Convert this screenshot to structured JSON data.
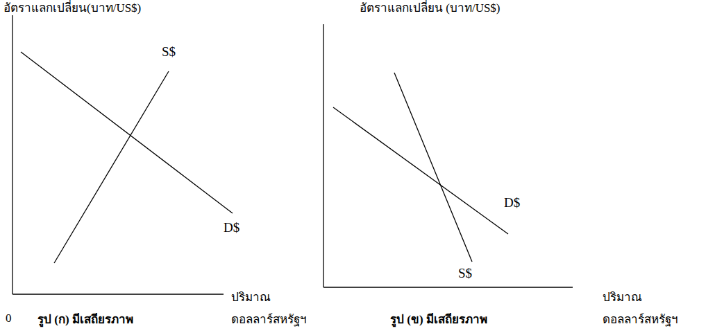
{
  "diagram": {
    "labels": [
      "อัตราแลกเปลี่ยน(บาท/US$)",
      "อัตราแลกเปลี่ยน (บาท/US$)",
      "S$",
      "D$",
      "D$",
      "S$",
      "ปริมาณ",
      "ดอลลาร์สหรัฐฯ",
      "ปริมาณ",
      "ดอลลาร์สหรัฐฯ",
      "0",
      "รูป (ก) มีเสถียรภาพ",
      "รูป (ข) มีเสถียรภาพ"
    ]
  }
}
